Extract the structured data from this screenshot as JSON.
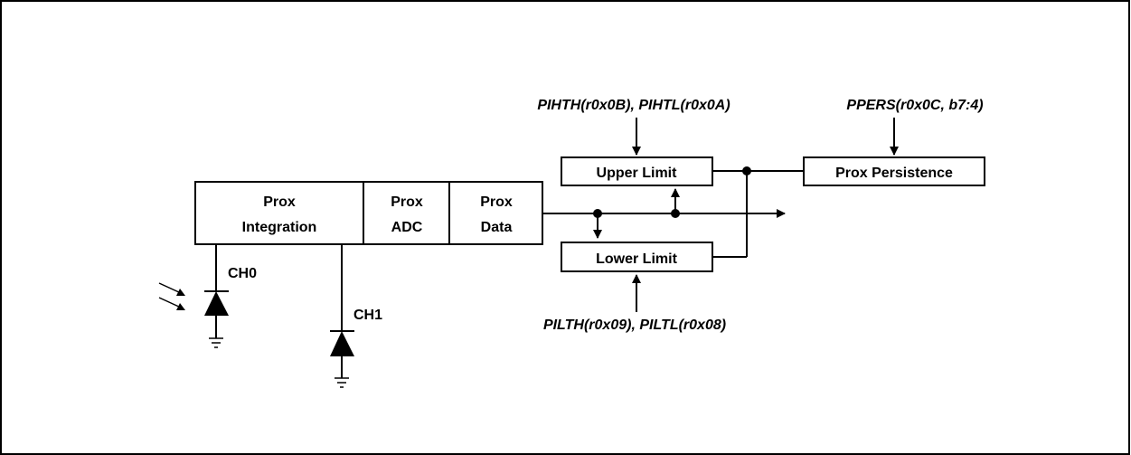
{
  "blocks": {
    "prox_integration": [
      "Prox",
      "Integration"
    ],
    "prox_adc": [
      "Prox",
      "ADC"
    ],
    "prox_data": [
      "Prox",
      "Data"
    ],
    "upper_limit": "Upper Limit",
    "lower_limit": "Lower Limit",
    "prox_persistence": "Prox Persistence"
  },
  "registers": {
    "high_threshold": "PIHTH(r0x0B), PIHTL(r0x0A)",
    "low_threshold": "PILTH(r0x09), PILTL(r0x08)",
    "persistence": "PPERS(r0x0C, b7:4)"
  },
  "channels": {
    "ch0": "CH0",
    "ch1": "CH1"
  }
}
